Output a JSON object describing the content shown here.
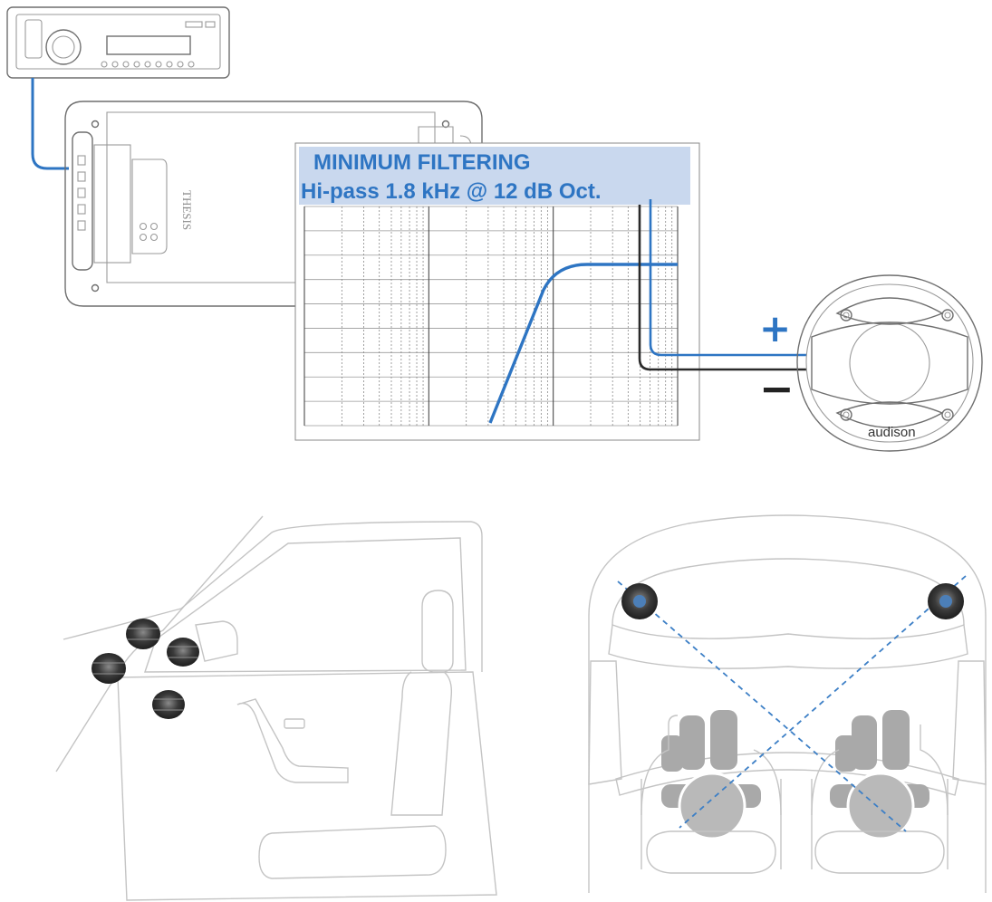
{
  "filter_panel": {
    "title_line1": "MINIMUM FILTERING",
    "title_line2": "Hi-pass 1.8 kHz @ 12 dB Oct."
  },
  "speaker": {
    "brand": "audison",
    "plus_symbol": "+",
    "minus_symbol": "−"
  },
  "amplifier": {
    "brand": "THESIS"
  },
  "colors": {
    "accent_blue": "#2e75c3",
    "dashed_blue": "#3c7fc6",
    "outline_gray": "#6f6f6f",
    "panel_label_bg": "#c9d8ee",
    "plus_color": "#2e75c3",
    "minus_color": "#222222"
  },
  "icons": {
    "head_unit": "car-stereo-icon",
    "amplifier": "amplifier-icon",
    "tweeter": "tweeter-speaker-icon",
    "car_side": "car-door-view-icon",
    "car_top": "car-cabin-top-view-icon"
  }
}
